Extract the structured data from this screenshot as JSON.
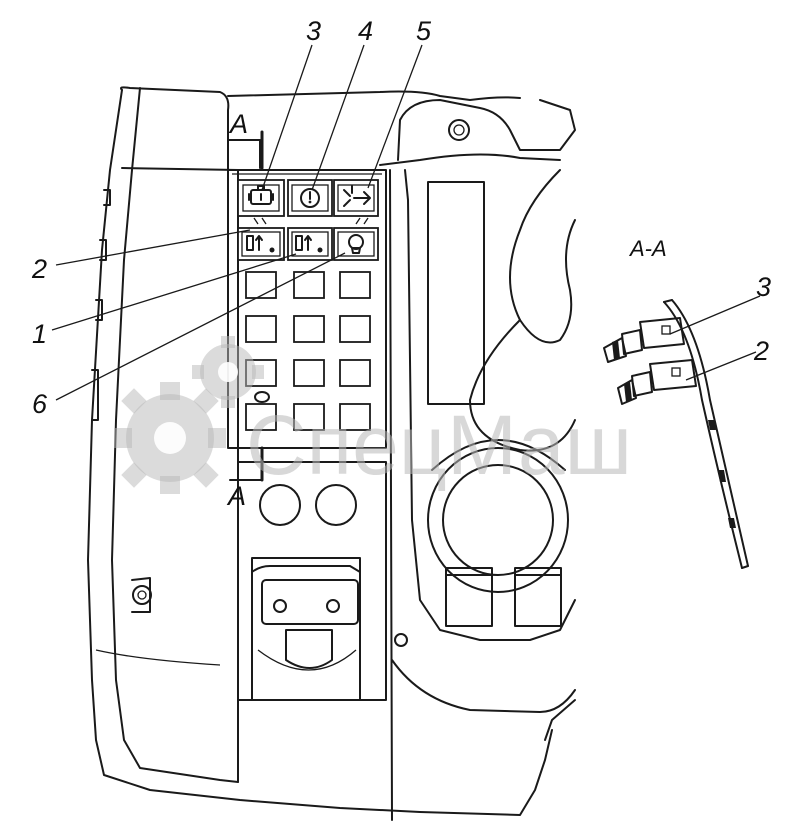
{
  "callouts": {
    "n1": "1",
    "n2": "2",
    "n3": "3",
    "n4": "4",
    "n5": "5",
    "n6": "6"
  },
  "section": {
    "cut_label_top": "A",
    "cut_label_bottom": "A",
    "view_title": "A-A",
    "detail_n3": "3",
    "detail_n2": "2"
  },
  "watermark": {
    "text": "СпецМаш",
    "color": "#b8b8b8"
  },
  "colors": {
    "line": "#1a1a1a",
    "background": "#ffffff"
  },
  "icons": {
    "top_row": [
      "engine-warning-icon",
      "brake-warning-icon",
      "lamp-check-icon"
    ],
    "second_row": [
      "axle-lock-icon",
      "diff-lock-icon",
      "bulb-icon"
    ]
  }
}
